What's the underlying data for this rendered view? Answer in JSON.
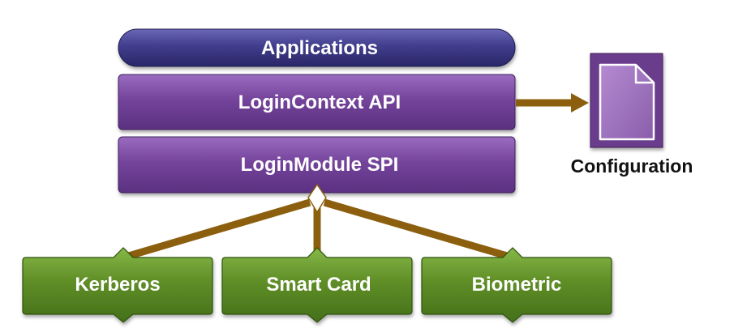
{
  "layers": {
    "applications": "Applications",
    "login_context": "LoginContext API",
    "login_module": "LoginModule SPI"
  },
  "configuration": {
    "label": "Configuration",
    "icon": "document-icon"
  },
  "modules": [
    "Kerberos",
    "Smart Card",
    "Biometric"
  ],
  "colors": {
    "applications": "#3d3a82",
    "layer_purple": "#6e3f93",
    "module_green": "#5d8a25",
    "arrow": "#8c5f0f",
    "doc_purple": "#8a5eaa"
  }
}
